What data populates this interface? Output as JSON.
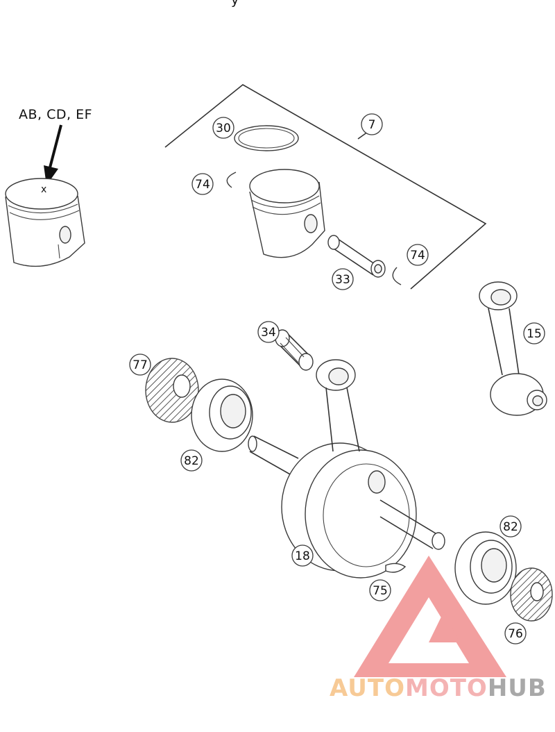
{
  "top_cutoff_text": "y",
  "size_note": "AB, CD, EF",
  "piston_mark": "x",
  "callouts": {
    "c30": "30",
    "c7": "7",
    "c74a": "74",
    "c74b": "74",
    "c33": "33",
    "c15": "15",
    "c34": "34",
    "c77": "77",
    "c82a": "82",
    "c82b": "82",
    "c18": "18",
    "c75": "75",
    "c76": "76"
  },
  "watermark": {
    "part1": "AUTO",
    "part2": "MOTO",
    "part3": "HUB",
    "color_auto": "#f6c184",
    "color_moto": "#f3a6a6",
    "color_hub": "#9a9a9a",
    "triangle_color": "#f08f8f"
  }
}
